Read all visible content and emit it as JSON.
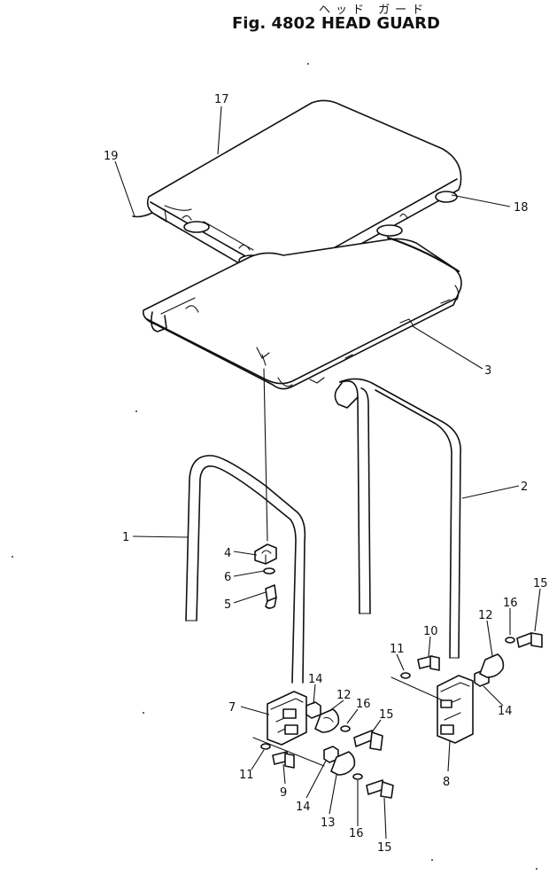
{
  "figure": {
    "title_jp": "ヘッド ガード",
    "title_en": "Fig. 4802 HEAD GUARD"
  },
  "labels": [
    {
      "id": "p17",
      "text": "17"
    },
    {
      "id": "p19",
      "text": "19"
    },
    {
      "id": "p18",
      "text": "18"
    },
    {
      "id": "p3",
      "text": "3"
    },
    {
      "id": "p2",
      "text": "2"
    },
    {
      "id": "p1",
      "text": "1"
    },
    {
      "id": "p4",
      "text": "4"
    },
    {
      "id": "p6",
      "text": "6"
    },
    {
      "id": "p5",
      "text": "5"
    },
    {
      "id": "p15a",
      "text": "15"
    },
    {
      "id": "p16a",
      "text": "16"
    },
    {
      "id": "p12a",
      "text": "12"
    },
    {
      "id": "p10",
      "text": "10"
    },
    {
      "id": "p11a",
      "text": "11"
    },
    {
      "id": "p14a",
      "text": "14"
    },
    {
      "id": "p14b",
      "text": "14"
    },
    {
      "id": "p12b",
      "text": "12"
    },
    {
      "id": "p16b",
      "text": "16"
    },
    {
      "id": "p15b",
      "text": "15"
    },
    {
      "id": "p7",
      "text": "7"
    },
    {
      "id": "p8",
      "text": "8"
    },
    {
      "id": "p11b",
      "text": "11"
    },
    {
      "id": "p9",
      "text": "9"
    },
    {
      "id": "p14c",
      "text": "14"
    },
    {
      "id": "p13",
      "text": "13"
    },
    {
      "id": "p16c",
      "text": "16"
    },
    {
      "id": "p15c",
      "text": "15"
    }
  ]
}
